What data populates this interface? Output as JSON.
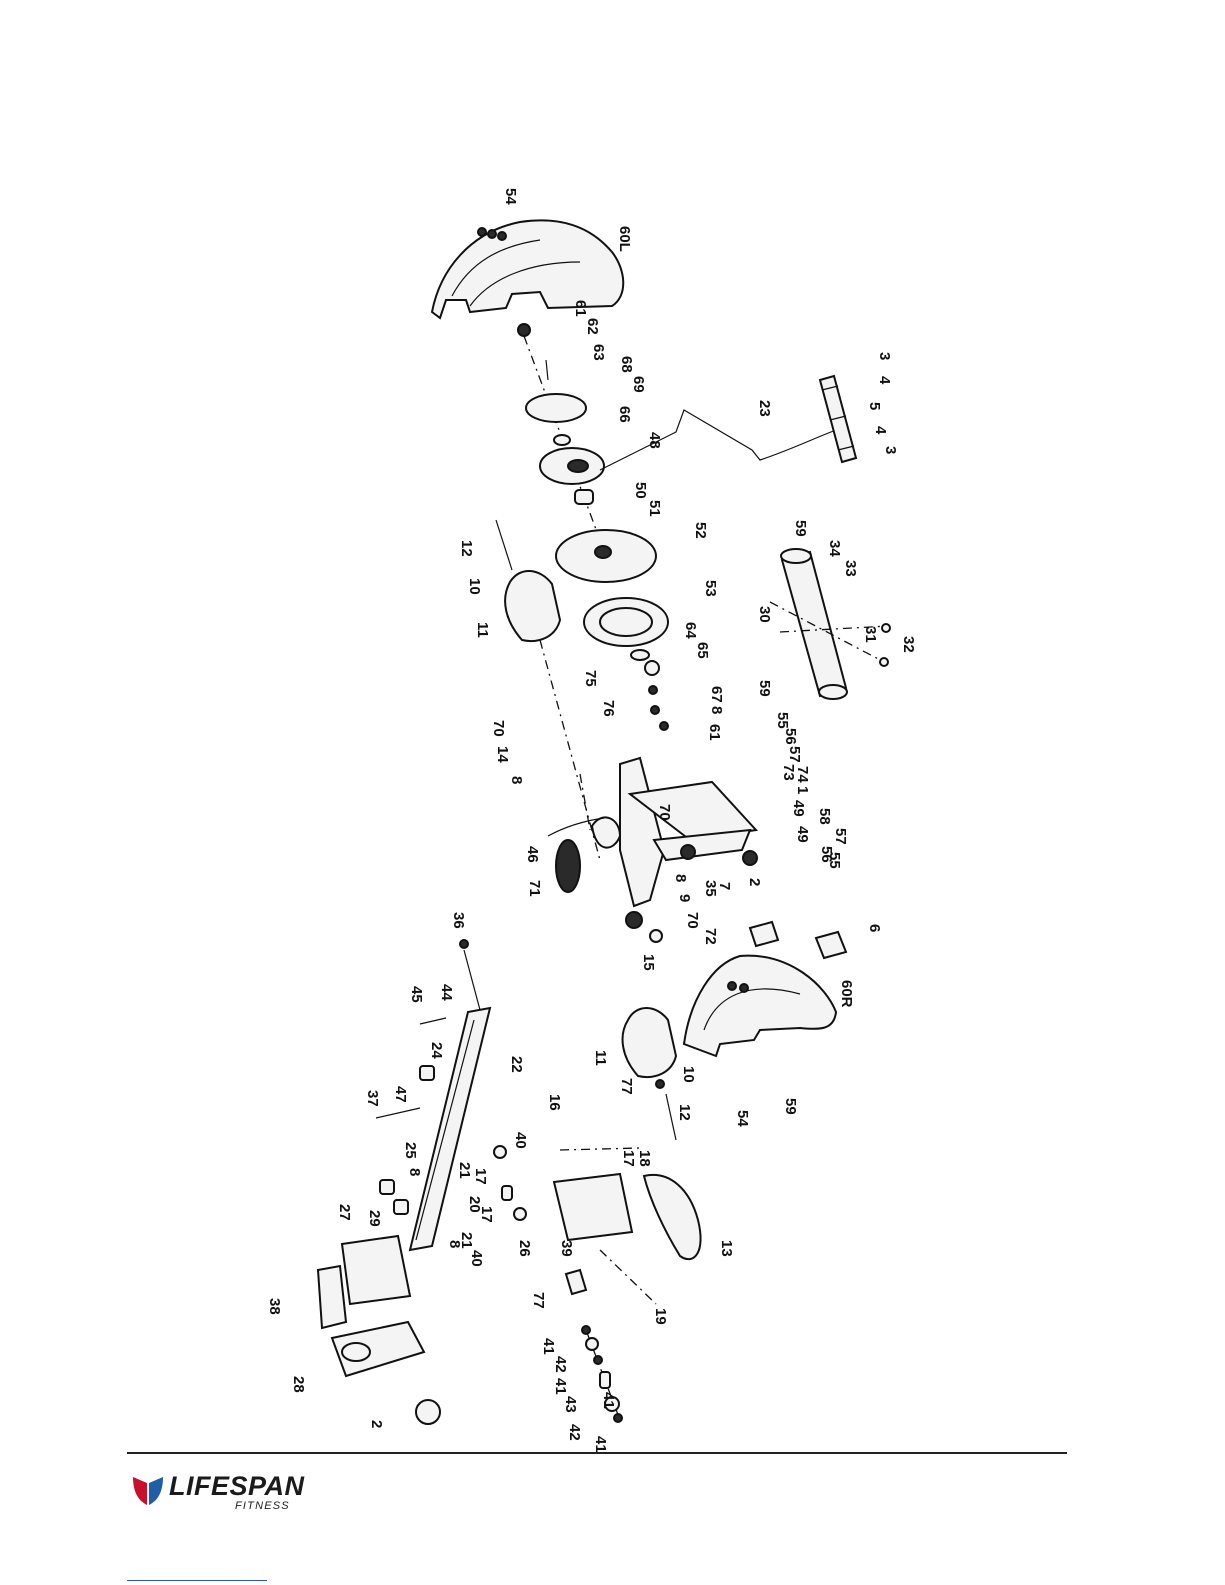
{
  "document": {
    "type": "exploded-parts-diagram"
  },
  "brand": {
    "name": "LIFESPAN",
    "tagline": "FITNESS",
    "colors": {
      "red": "#c8102e",
      "blue": "#1f5fa8"
    }
  },
  "callouts": [
    {
      "id": "c54a",
      "text": "54"
    },
    {
      "id": "c60L",
      "text": "60L"
    },
    {
      "id": "c61a",
      "text": "61"
    },
    {
      "id": "c62",
      "text": "62"
    },
    {
      "id": "c63",
      "text": "63"
    },
    {
      "id": "c68",
      "text": "68"
    },
    {
      "id": "c69",
      "text": "69"
    },
    {
      "id": "c66",
      "text": "66"
    },
    {
      "id": "c48",
      "text": "48"
    },
    {
      "id": "c50",
      "text": "50"
    },
    {
      "id": "c51",
      "text": "51"
    },
    {
      "id": "c52",
      "text": "52"
    },
    {
      "id": "c53",
      "text": "53"
    },
    {
      "id": "c64",
      "text": "64"
    },
    {
      "id": "c65",
      "text": "65"
    },
    {
      "id": "c75",
      "text": "75"
    },
    {
      "id": "c76",
      "text": "76"
    },
    {
      "id": "c67",
      "text": "67"
    },
    {
      "id": "c8a",
      "text": "8"
    },
    {
      "id": "c61b",
      "text": "61"
    },
    {
      "id": "c55a",
      "text": "55"
    },
    {
      "id": "c56a",
      "text": "56"
    },
    {
      "id": "c57a",
      "text": "57"
    },
    {
      "id": "c74",
      "text": "74"
    },
    {
      "id": "c73",
      "text": "73"
    },
    {
      "id": "c1",
      "text": "1"
    },
    {
      "id": "c49a",
      "text": "49"
    },
    {
      "id": "c58",
      "text": "58"
    },
    {
      "id": "c49b",
      "text": "49"
    },
    {
      "id": "c57b",
      "text": "57"
    },
    {
      "id": "c56b",
      "text": "56"
    },
    {
      "id": "c55b",
      "text": "55"
    },
    {
      "id": "c2a",
      "text": "2"
    },
    {
      "id": "c7",
      "text": "7"
    },
    {
      "id": "c35",
      "text": "35"
    },
    {
      "id": "c70a",
      "text": "70"
    },
    {
      "id": "c8b",
      "text": "8"
    },
    {
      "id": "c9",
      "text": "9"
    },
    {
      "id": "c70b",
      "text": "70"
    },
    {
      "id": "c15",
      "text": "15"
    },
    {
      "id": "c72",
      "text": "72"
    },
    {
      "id": "c6",
      "text": "6"
    },
    {
      "id": "c60R",
      "text": "60R"
    },
    {
      "id": "c12a",
      "text": "12"
    },
    {
      "id": "c10a",
      "text": "10"
    },
    {
      "id": "c11a",
      "text": "11"
    },
    {
      "id": "c70c",
      "text": "70"
    },
    {
      "id": "c14",
      "text": "14"
    },
    {
      "id": "c8c",
      "text": "8"
    },
    {
      "id": "c46",
      "text": "46"
    },
    {
      "id": "c71",
      "text": "71"
    },
    {
      "id": "c3a",
      "text": "3"
    },
    {
      "id": "c4a",
      "text": "4"
    },
    {
      "id": "c5",
      "text": "5"
    },
    {
      "id": "c4b",
      "text": "4"
    },
    {
      "id": "c3b",
      "text": "3"
    },
    {
      "id": "c23",
      "text": "23"
    },
    {
      "id": "c59a",
      "text": "59"
    },
    {
      "id": "c34",
      "text": "34"
    },
    {
      "id": "c33",
      "text": "33"
    },
    {
      "id": "c30",
      "text": "30"
    },
    {
      "id": "c31",
      "text": "31"
    },
    {
      "id": "c32",
      "text": "32"
    },
    {
      "id": "c59b",
      "text": "59"
    },
    {
      "id": "c36",
      "text": "36"
    },
    {
      "id": "c45",
      "text": "45"
    },
    {
      "id": "c44",
      "text": "44"
    },
    {
      "id": "c24",
      "text": "24"
    },
    {
      "id": "c22",
      "text": "22"
    },
    {
      "id": "c37",
      "text": "37"
    },
    {
      "id": "c47",
      "text": "47"
    },
    {
      "id": "c11b",
      "text": "11"
    },
    {
      "id": "c10b",
      "text": "10"
    },
    {
      "id": "c77a",
      "text": "77"
    },
    {
      "id": "c12b",
      "text": "12"
    },
    {
      "id": "c54b",
      "text": "54"
    },
    {
      "id": "c59c",
      "text": "59"
    },
    {
      "id": "c16",
      "text": "16"
    },
    {
      "id": "c17a",
      "text": "17"
    },
    {
      "id": "c18",
      "text": "18"
    },
    {
      "id": "c40a",
      "text": "40"
    },
    {
      "id": "c21a",
      "text": "21"
    },
    {
      "id": "c17b",
      "text": "17"
    },
    {
      "id": "c20",
      "text": "20"
    },
    {
      "id": "c17c",
      "text": "17"
    },
    {
      "id": "c21b",
      "text": "21"
    },
    {
      "id": "c40b",
      "text": "40"
    },
    {
      "id": "c25",
      "text": "25"
    },
    {
      "id": "c8d",
      "text": "8"
    },
    {
      "id": "c26",
      "text": "26"
    },
    {
      "id": "c39",
      "text": "39"
    },
    {
      "id": "c13",
      "text": "13"
    },
    {
      "id": "c27",
      "text": "27"
    },
    {
      "id": "c29",
      "text": "29"
    },
    {
      "id": "c8e",
      "text": "8"
    },
    {
      "id": "c38",
      "text": "38"
    },
    {
      "id": "c77b",
      "text": "77"
    },
    {
      "id": "c19",
      "text": "19"
    },
    {
      "id": "c28",
      "text": "28"
    },
    {
      "id": "c41a",
      "text": "41"
    },
    {
      "id": "c42a",
      "text": "42"
    },
    {
      "id": "c41b",
      "text": "41"
    },
    {
      "id": "c43",
      "text": "43"
    },
    {
      "id": "c41c",
      "text": "41"
    },
    {
      "id": "c42b",
      "text": "42"
    },
    {
      "id": "c41d",
      "text": "41"
    },
    {
      "id": "c2b",
      "text": "2"
    }
  ]
}
